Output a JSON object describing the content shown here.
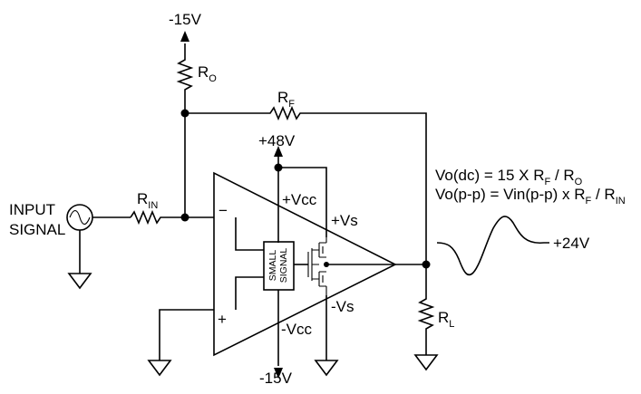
{
  "labels": {
    "neg15_top": "-15V",
    "ro": "R",
    "ro_sub": "O",
    "rf": "R",
    "rf_sub": "F",
    "pos48": "+48V",
    "input_line1": "INPUT",
    "input_line2": "SIGNAL",
    "rin": "R",
    "rin_sub": "IN",
    "minus": "−",
    "plus": "+",
    "vcc_pos": "+Vcc",
    "vcc_neg": "-Vcc",
    "vs_pos": "+Vs",
    "vs_neg": "-Vs",
    "small_signal_1": "SMALL",
    "small_signal_2": "SIGNAL",
    "neg15_bottom": "-15V",
    "rl": "R",
    "rl_sub": "L",
    "pos24": "+24V"
  },
  "equations": {
    "eq1": [
      "Vo(dc) = 15 X R",
      "F",
      " / R",
      "O"
    ],
    "eq2": [
      "Vo(p-p) = Vin(p-p) x R",
      "F",
      " / R",
      "IN"
    ]
  }
}
